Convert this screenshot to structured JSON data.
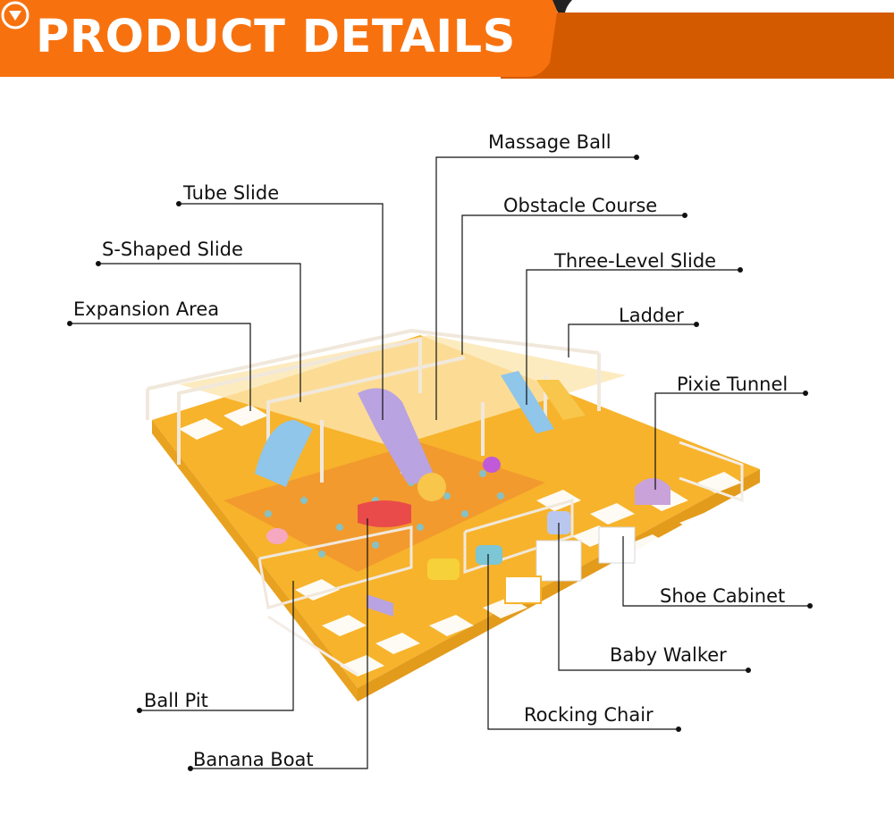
{
  "header": {
    "title": "PRODUCT DETAILS",
    "colors": {
      "accent": "#f7720f",
      "dark_band": "#d45a00"
    },
    "expand_icon": "chevron-down-circle-icon"
  },
  "illustration": {
    "subject": "indoor-playground",
    "colors": {
      "floor_yellow": "#f7b32b",
      "floor_white": "#ffffff",
      "balls": "#f29a2e",
      "slide_blue": "#8fc6ea",
      "slide_purple": "#b9a3e0"
    }
  },
  "labels": {
    "massage_ball": "Massage Ball",
    "tube_slide": "Tube Slide",
    "obstacle_course": "Obstacle Course",
    "s_shaped_slide": "S-Shaped Slide",
    "three_level_slide": "Three-Level Slide",
    "expansion_area": "Expansion Area",
    "ladder": "Ladder",
    "pixie_tunnel": "Pixie Tunnel",
    "shoe_cabinet": "Shoe Cabinet",
    "baby_walker": "Baby Walker",
    "ball_pit": "Ball Pit",
    "rocking_chair": "Rocking Chair",
    "banana_boat": "Banana Boat"
  }
}
